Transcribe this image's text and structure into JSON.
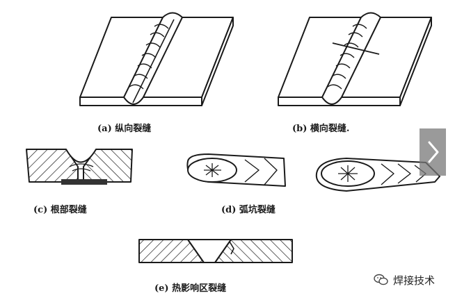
{
  "captions": {
    "a": "(a) 纵向裂缝",
    "b": "(b) 横向裂缝.",
    "c": "(c) 根部裂缝",
    "d": "(d) 弧坑裂缝",
    "e": "(e) 热影响区裂缝"
  },
  "watermark": {
    "text": "焊接技术",
    "icon": "wechat-icon"
  },
  "navigation": {
    "next_icon": "chevron-right-icon"
  },
  "colors": {
    "ink": "#1a1a1a",
    "paper": "#ffffff",
    "nav_bg": "#7a7a7a"
  }
}
